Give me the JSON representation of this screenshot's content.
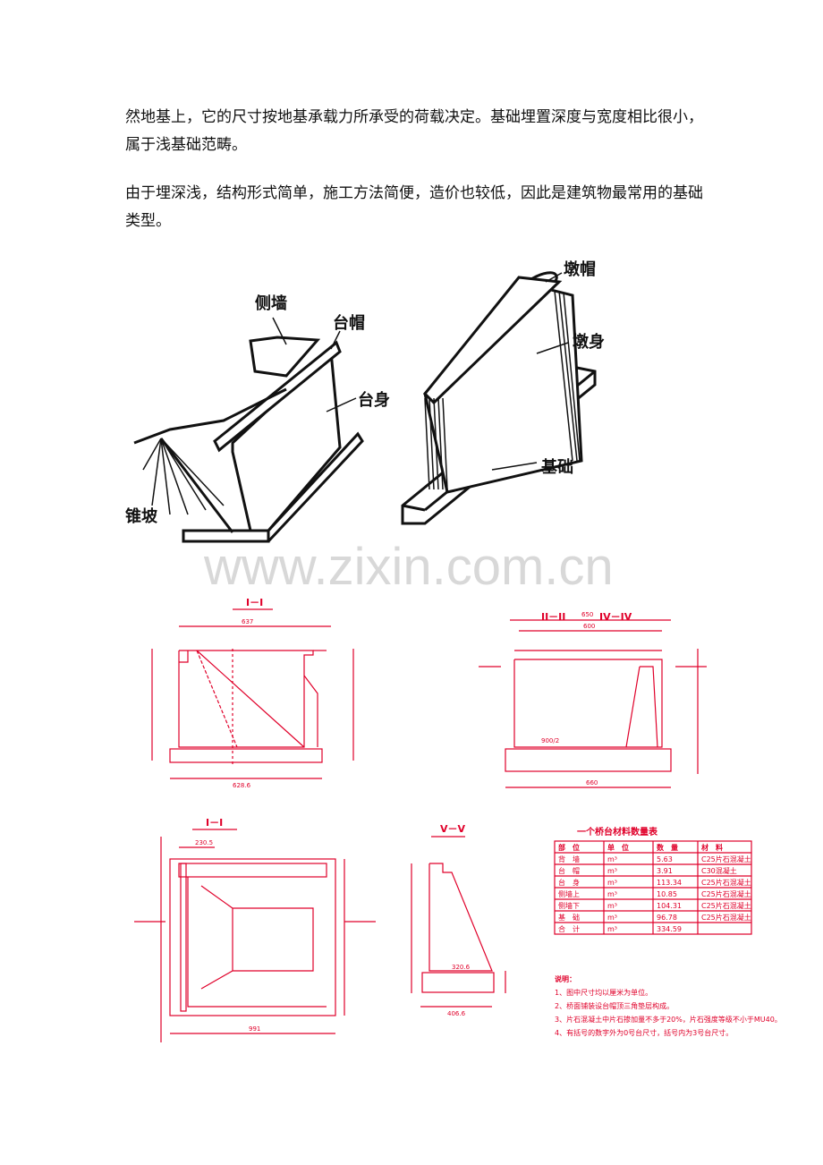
{
  "paragraphs": [
    "然地基上，它的尺寸按地基承载力所承受的荷载决定。基础埋置深度与宽度相比很小，属于浅基础范畴。",
    "由于埋深浅，结构形式简单，施工方法简便，造价也较低，因此是建筑物最常用的基础类型。"
  ],
  "figure_abutment": {
    "labels": {
      "side_wall": "侧墙",
      "cap": "台帽",
      "body": "台身",
      "slope": "锥坡"
    }
  },
  "figure_pier": {
    "labels": {
      "cap": "墩帽",
      "body": "墩身",
      "foundation": "基础"
    }
  },
  "watermark": "www.zixin.com.cn",
  "drawing": {
    "title_1": "I－I",
    "title_2": "II－II",
    "title_3": "IV－IV",
    "title_4": "I－I",
    "title_5": "V－V",
    "dims": {
      "top_637": "637",
      "top_600": "600",
      "top_650": "650",
      "bottom_628": "628.6",
      "bottom_660": "660",
      "plan_991": "991",
      "plan_230": "230.5",
      "v_406": "406.6",
      "mid_320": "320.6",
      "mid_900": "900/2"
    },
    "table": {
      "title": "一个桥台材料数量表",
      "headers": [
        "部　位",
        "单　位",
        "数　量",
        "材　料"
      ],
      "rows": [
        [
          "背　墙",
          "m³",
          "5.63",
          "C25片石混凝土"
        ],
        [
          "台　帽",
          "m³",
          "3.91",
          "C30混凝土"
        ],
        [
          "台　身",
          "m³",
          "113.34",
          "C25片石混凝土"
        ],
        [
          "侧墙上",
          "m³",
          "10.85",
          "C25片石混凝土"
        ],
        [
          "侧墙下",
          "m³",
          "104.31",
          "C25片石混凝土"
        ],
        [
          "基　础",
          "m³",
          "96.78",
          "C25片石混凝土"
        ],
        [
          "合　计",
          "m³",
          "334.59",
          ""
        ]
      ]
    },
    "notes": {
      "heading": "说明：",
      "items": [
        "1、图中尺寸均以厘米为单位。",
        "2、桥面铺装设台帽顶三角垫层构成。",
        "3、片石混凝土中片石掺加量不多于20%，片石强度等级不小于MU40。",
        "4、有括号的数字外为0号台尺寸，括号内为3号台尺寸。"
      ]
    }
  },
  "colors": {
    "drawing_red": "#e0002a",
    "text": "#111111",
    "watermark": "#d8d8d8"
  }
}
